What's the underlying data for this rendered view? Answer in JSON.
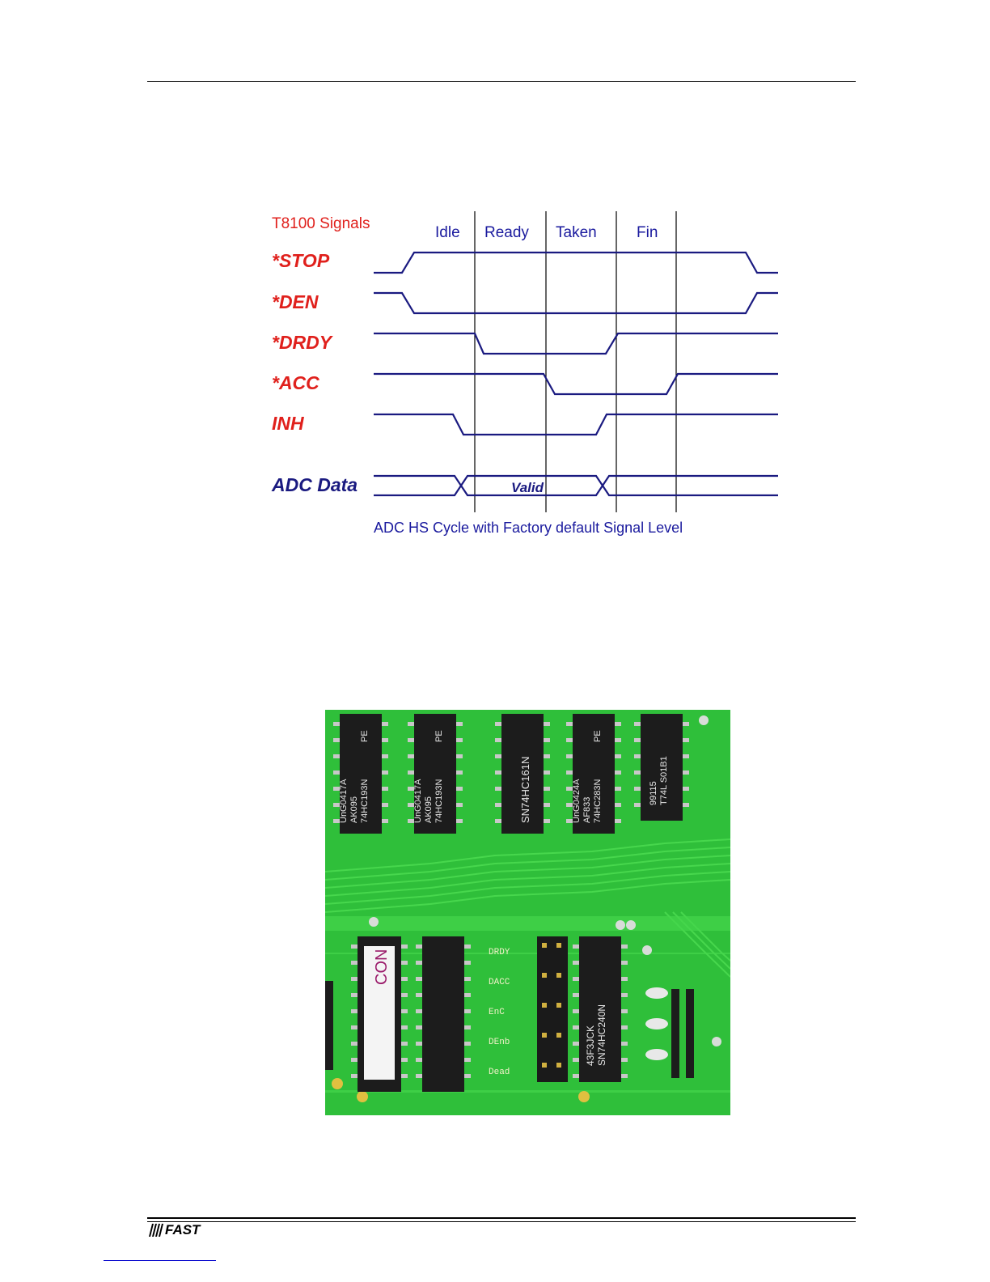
{
  "diagram": {
    "heading": "T8100 Signals",
    "phases": [
      "Idle",
      "Ready",
      "Taken",
      "Fin"
    ],
    "signals": [
      "*STOP",
      "*DEN",
      "*DRDY",
      "*ACC",
      "INH"
    ],
    "data_signal": "ADC Data",
    "valid_label": "Valid",
    "caption": "ADC HS Cycle with Factory default Signal Level",
    "colors": {
      "signal_label": "#e0201c",
      "waveform": "#1a1a80",
      "phase_text": "#1a1a9e"
    }
  },
  "photo": {
    "chips_top": [
      [
        "74HC193N",
        "PE",
        "AK095",
        "UnG0417A"
      ],
      [
        "74HC193N",
        "PE",
        "AK095",
        "UnG0417A"
      ],
      [
        "SN74HC161N"
      ],
      [
        "74HC283N",
        "PE",
        "AF833",
        "UnG0424A"
      ],
      [
        "T74L S01B1",
        "99115"
      ]
    ],
    "label_sticker": "CON",
    "chip_bottom_right": [
      "SN74HC240N",
      "43F3JCK"
    ],
    "jumper_labels": [
      "DRDY",
      "DACC",
      "EnC",
      "DEnb",
      "Dead"
    ]
  },
  "footer": {
    "logo": "FAST",
    "logo-icon": "slanted-bars-icon"
  }
}
